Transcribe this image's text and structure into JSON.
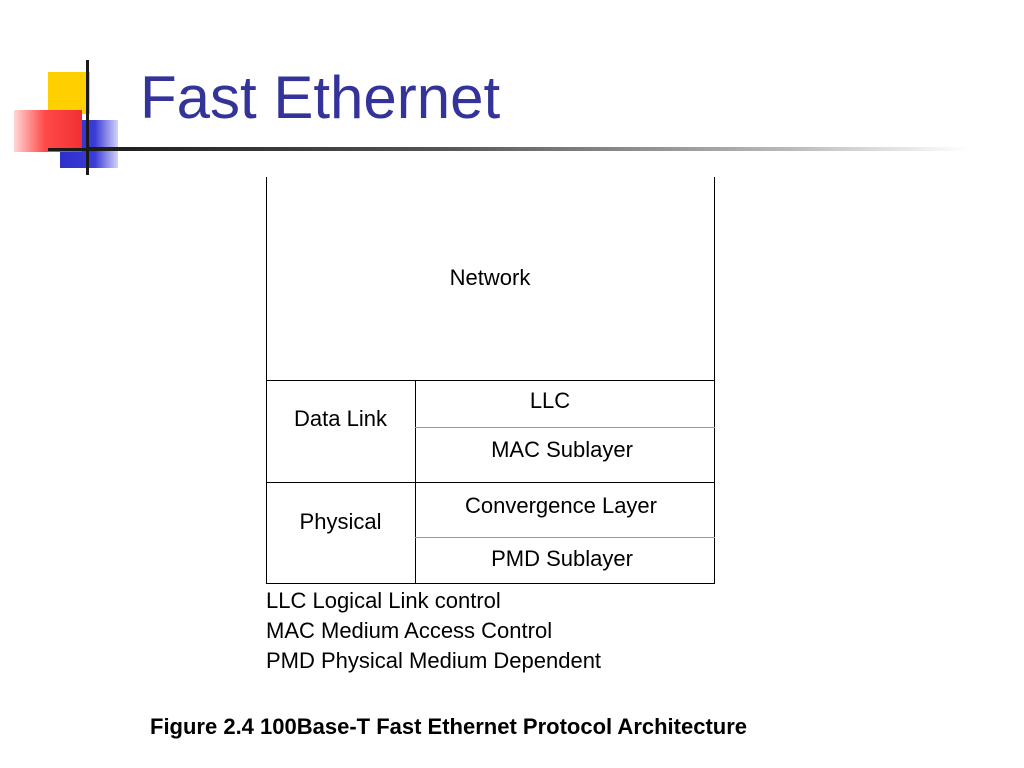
{
  "slide": {
    "title": "Fast Ethernet",
    "caption": "Figure 2.4 100Base-T Fast Ethernet Protocol Architecture"
  },
  "diagram": {
    "layers": {
      "network": "Network",
      "data_link": "Data Link",
      "physical": "Physical"
    },
    "sublayers": {
      "llc": "LLC",
      "mac": "MAC Sublayer",
      "convergence": "Convergence Layer",
      "pmd": "PMD Sublayer"
    }
  },
  "legend": {
    "items": [
      "LLC Logical Link control",
      "MAC Medium Access Control",
      "PMD Physical Medium Dependent"
    ]
  },
  "colors": {
    "title": "#333399",
    "logo_yellow": "#FFD000",
    "logo_blue": "#2E2ECC",
    "logo_red": "#FF4A4A"
  }
}
